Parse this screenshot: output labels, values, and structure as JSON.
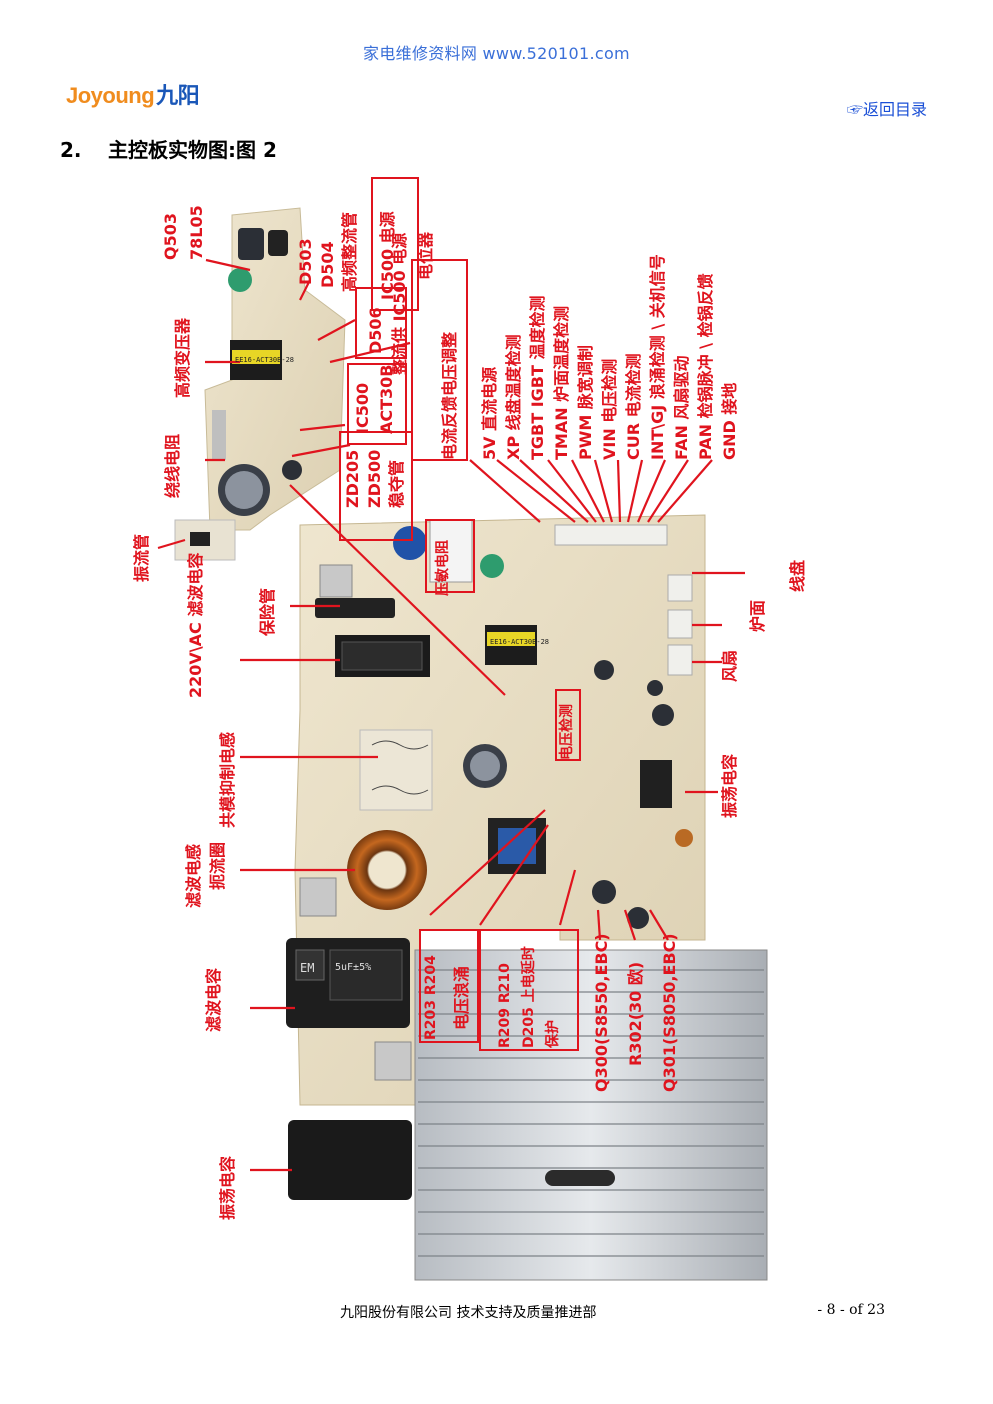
{
  "header": {
    "watermark": "家电维修资料网   www.520101.com",
    "logo_latin": "Joyoung",
    "logo_cn": "九阳",
    "back_link": "☞返回目录"
  },
  "section": {
    "number": "2.",
    "title": "主控板实物图:图 2"
  },
  "figure_labels": {
    "q503": "Q503",
    "l7805": "78L05",
    "hf_rect": "高频整流管",
    "ic500_power": "IC500 电源",
    "d503": "D503",
    "d504": "D504",
    "transformer": "高频变压器",
    "d506": "D506",
    "rect_supply": "整流供 IC500 电源",
    "pot": "电位器",
    "current_fb": "电流反馈电压调整",
    "ic500": "IC500",
    "act30b": "ACT30B",
    "wire_resistor": "绕线电阻",
    "zd205": "ZD205",
    "zd500": "ZD500",
    "zener": "稳夺管",
    "choke": "振流管",
    "pin_5v": "5V  直流电源",
    "pin_xp": "XP  线盘温度检测",
    "pin_tgbt": "TGBT  IGBT 温度检测",
    "pin_tman": "TMAN  炉面温度检测",
    "pin_pwm": "PWM  脉宽调制",
    "pin_vin": "VIN  电压检测",
    "pin_cur": "CUR  电流检测",
    "pin_int": "INT\\GJ  浪涌检测 \\ 关机信号",
    "pin_fan": "FAN  风扇驱动",
    "pin_pan": "PAN  检锅脉冲 \\ 检锅反馈",
    "pin_gnd": "GND  接地",
    "coil": "线盘",
    "stove": "炉面",
    "fan": "风扇",
    "fuse": "保险管",
    "ac_filter": "220V\\AC 滤波电容",
    "varistor": "压敏电阻",
    "voltage_detect": "电压检测",
    "common_mode": "共模抑制电感",
    "osc_cap": "振荡电容",
    "filter_inductor": "滤波电感",
    "ring": "扼流圈",
    "r203": "R203  R204",
    "surge_voltage": "电压浪涌",
    "r209": "R209  R210",
    "d205": "D205 上电延时",
    "protect": "保护",
    "q300": "Q300(S8550,EBC)",
    "r302": "R302(30 欧)",
    "q301": "Q301(S8050,EBC)",
    "filter_cap": "滤波电容",
    "osc_cap2": "振荡电容"
  },
  "board_marks": {
    "transformer_mark": "EE16-ACT30B-28",
    "cap_mark": "5uF±5%",
    "brand_mark": "EM"
  },
  "footer": {
    "company": "九阳股份有限公司    技术支持及质量推进部",
    "page": "- 8 - of 23"
  }
}
